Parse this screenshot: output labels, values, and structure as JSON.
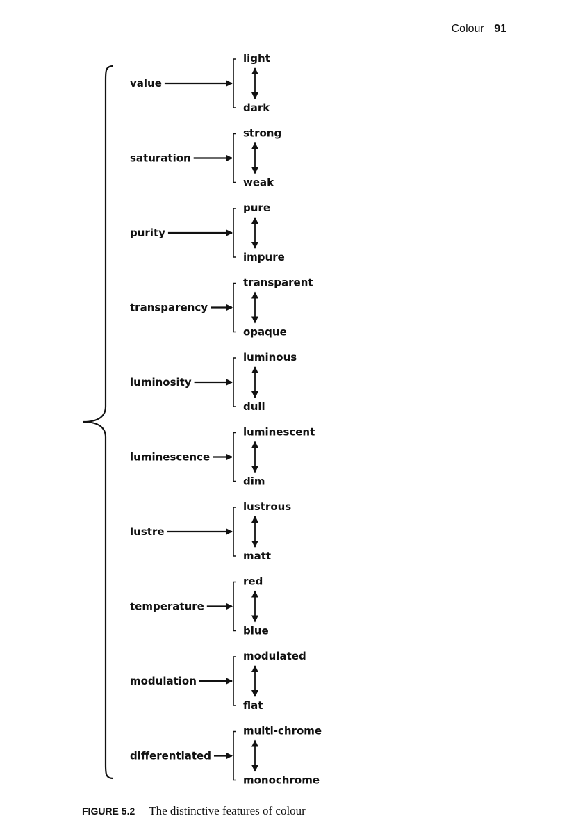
{
  "running_head": {
    "title": "Colour",
    "page_number": "91"
  },
  "features": [
    {
      "name": "value",
      "high": "light",
      "low": "dark"
    },
    {
      "name": "saturation",
      "high": "strong",
      "low": "weak"
    },
    {
      "name": "purity",
      "high": "pure",
      "low": "impure"
    },
    {
      "name": "transparency",
      "high": "transparent",
      "low": "opaque"
    },
    {
      "name": "luminosity",
      "high": "luminous",
      "low": "dull"
    },
    {
      "name": "luminescence",
      "high": "luminescent",
      "low": "dim"
    },
    {
      "name": "lustre",
      "high": "lustrous",
      "low": "matt"
    },
    {
      "name": "temperature",
      "high": "red",
      "low": "blue"
    },
    {
      "name": "modulation",
      "high": "modulated",
      "low": "flat"
    },
    {
      "name": "differentiated",
      "high": "multi-chrome",
      "low": "monochrome"
    }
  ],
  "caption": {
    "label": "FIGURE 5.2",
    "text": "The distinctive features of colour"
  }
}
